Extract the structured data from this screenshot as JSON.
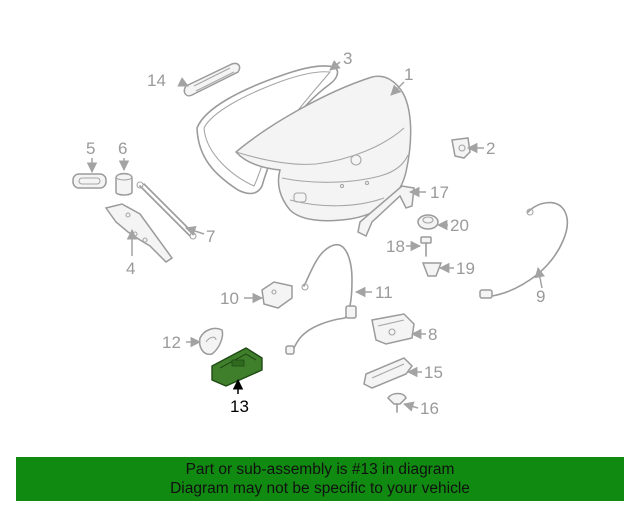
{
  "diagram": {
    "callouts": [
      "1",
      "2",
      "3",
      "4",
      "5",
      "6",
      "7",
      "8",
      "9",
      "10",
      "11",
      "12",
      "13",
      "14",
      "15",
      "16",
      "17",
      "18",
      "19",
      "20"
    ],
    "highlighted_part": "13",
    "colors": {
      "highlight": "#3f7f2c",
      "banner": "#118a11",
      "parts": "#9b9b9b"
    }
  },
  "banner": {
    "line1": "Part or sub-assembly is #13 in diagram",
    "line2": "Diagram may not be specific to your vehicle"
  }
}
